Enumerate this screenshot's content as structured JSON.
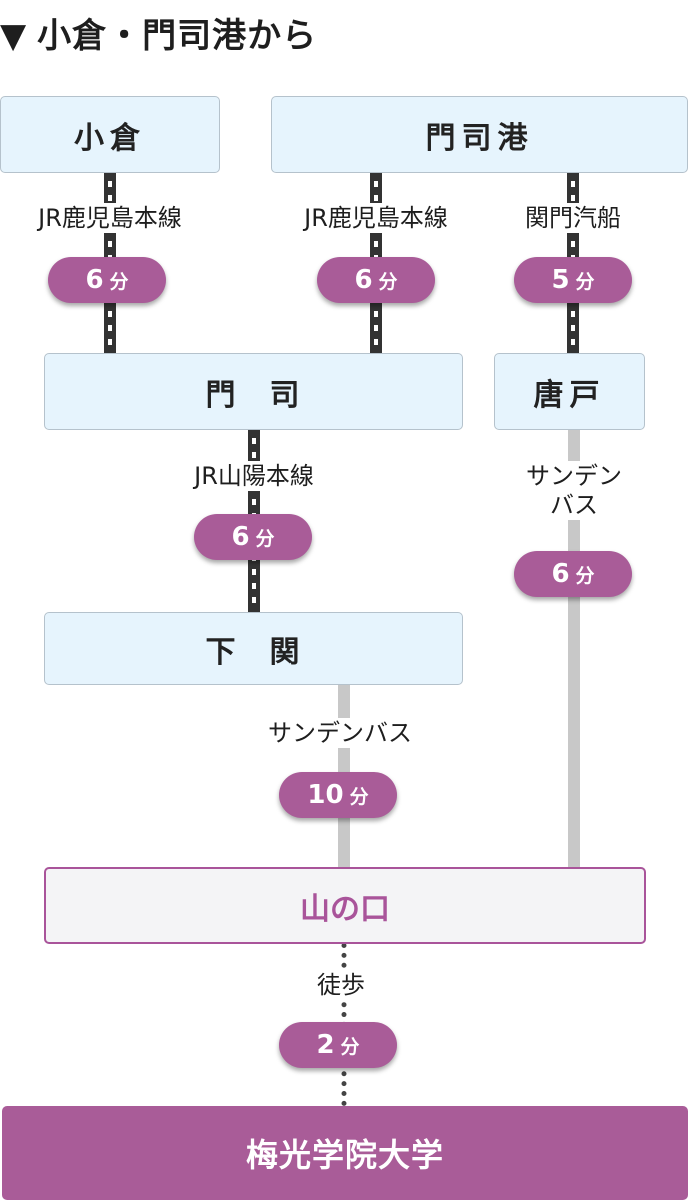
{
  "header": {
    "marker": "▼",
    "title": "小倉・門司港から"
  },
  "stations": {
    "kokura": "小倉",
    "mojiko": "門司港",
    "moji": "門　司",
    "karato": "唐戸",
    "shimonoseki": "下　関",
    "yamanokuchi": "山の口",
    "destination": "梅光学院大学"
  },
  "routes": {
    "kokura_to_moji": {
      "line": "JR鹿児島本線",
      "minutes": "6",
      "unit": "分"
    },
    "mojiko_to_moji": {
      "line": "JR鹿児島本線",
      "minutes": "6",
      "unit": "分"
    },
    "mojiko_to_karato": {
      "line": "関門汽船",
      "minutes": "5",
      "unit": "分"
    },
    "moji_to_shimonoseki": {
      "line": "JR山陽本線",
      "minutes": "6",
      "unit": "分"
    },
    "karato_to_yamanokuchi": {
      "line_1": "サンデン",
      "line_2": "バス",
      "minutes": "6",
      "unit": "分"
    },
    "shimonoseki_to_yamanokuchi": {
      "line": "サンデンバス",
      "minutes": "10",
      "unit": "分"
    },
    "yamanokuchi_to_destination": {
      "line": "徒歩",
      "minutes": "2",
      "unit": "分"
    }
  },
  "colors": {
    "accent": "#a95c98",
    "station_fill": "#e6f4fd",
    "bus_line": "#c8c8c8",
    "rail_line": "#333333"
  }
}
